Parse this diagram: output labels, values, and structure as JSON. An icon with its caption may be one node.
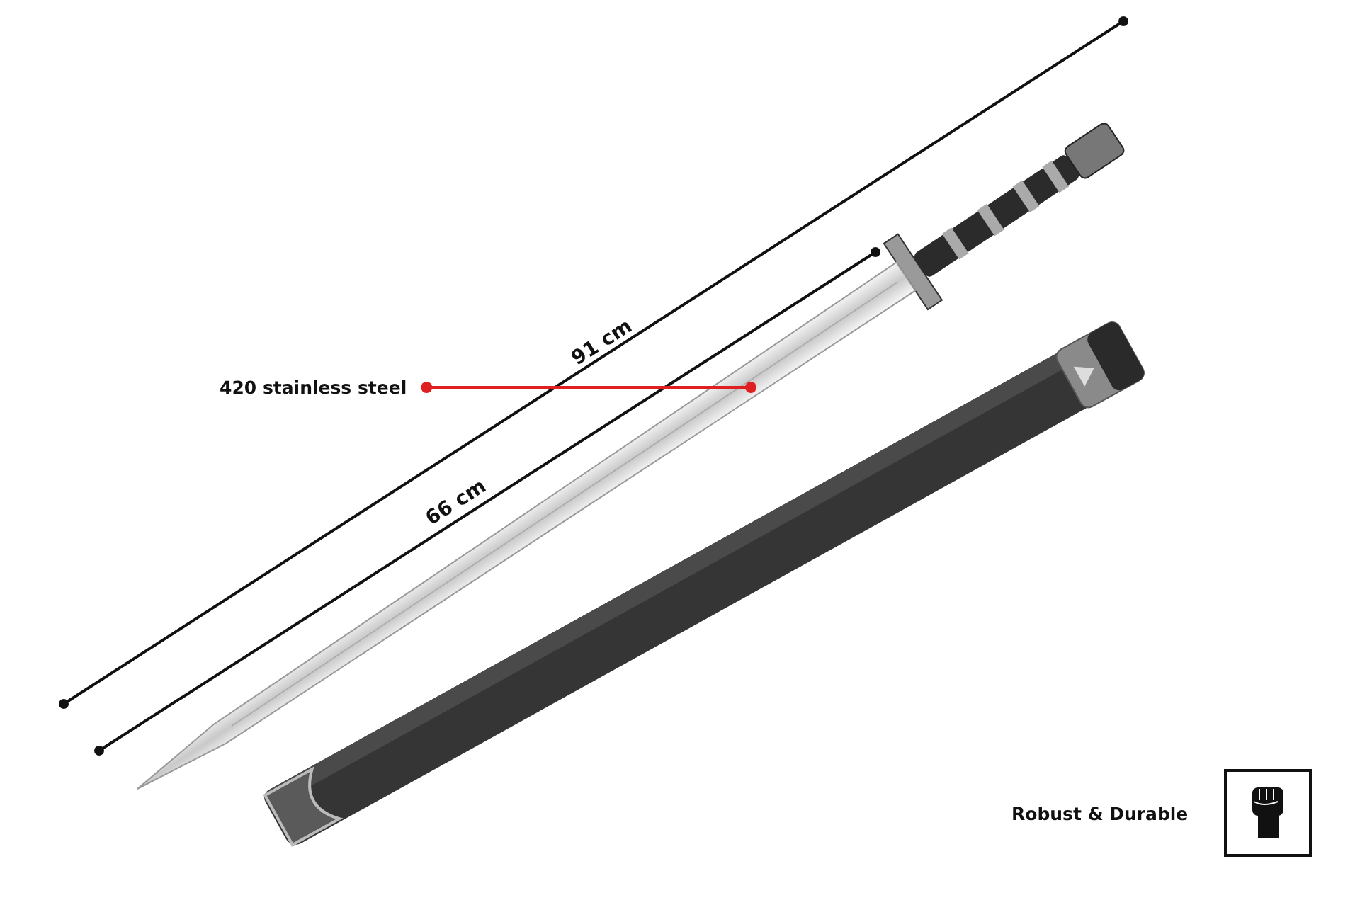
{
  "diagram": {
    "nodes": [
      {
        "text": [
          "420 stainless steel"
        ]
      },
      {
        "text": [],
        "shape": "picture"
      }
    ],
    "edges": [
      {
        "from": 0,
        "to": 1,
        "arrow": "other"
      }
    ],
    "labels": [
      "91 cm",
      "66 cm",
      "Robust & Durable"
    ]
  }
}
